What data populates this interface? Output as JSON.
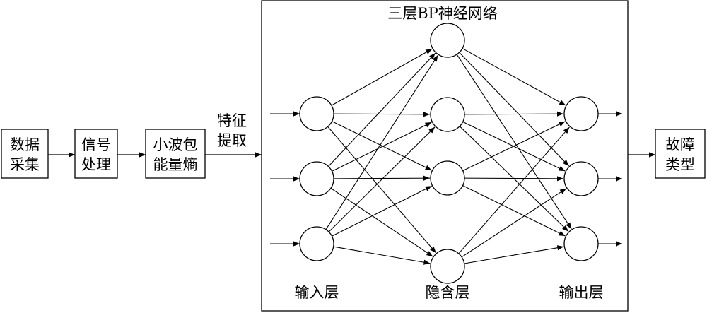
{
  "pipeline": {
    "data_acquisition": [
      "数据",
      "采集"
    ],
    "signal_processing": [
      "信号",
      "处理"
    ],
    "wavelet_energy_entropy": [
      "小波包",
      "能量熵"
    ],
    "feature_extraction": [
      "特征",
      "提取"
    ],
    "fault_type": [
      "故障",
      "类型"
    ]
  },
  "network": {
    "title": "三层BP神经网络",
    "layers": [
      {
        "label": "输入层",
        "node_count": 3
      },
      {
        "label": "隐含层",
        "node_count": 4
      },
      {
        "label": "输出层",
        "node_count": 3
      }
    ],
    "connectivity": "fully-connected"
  }
}
